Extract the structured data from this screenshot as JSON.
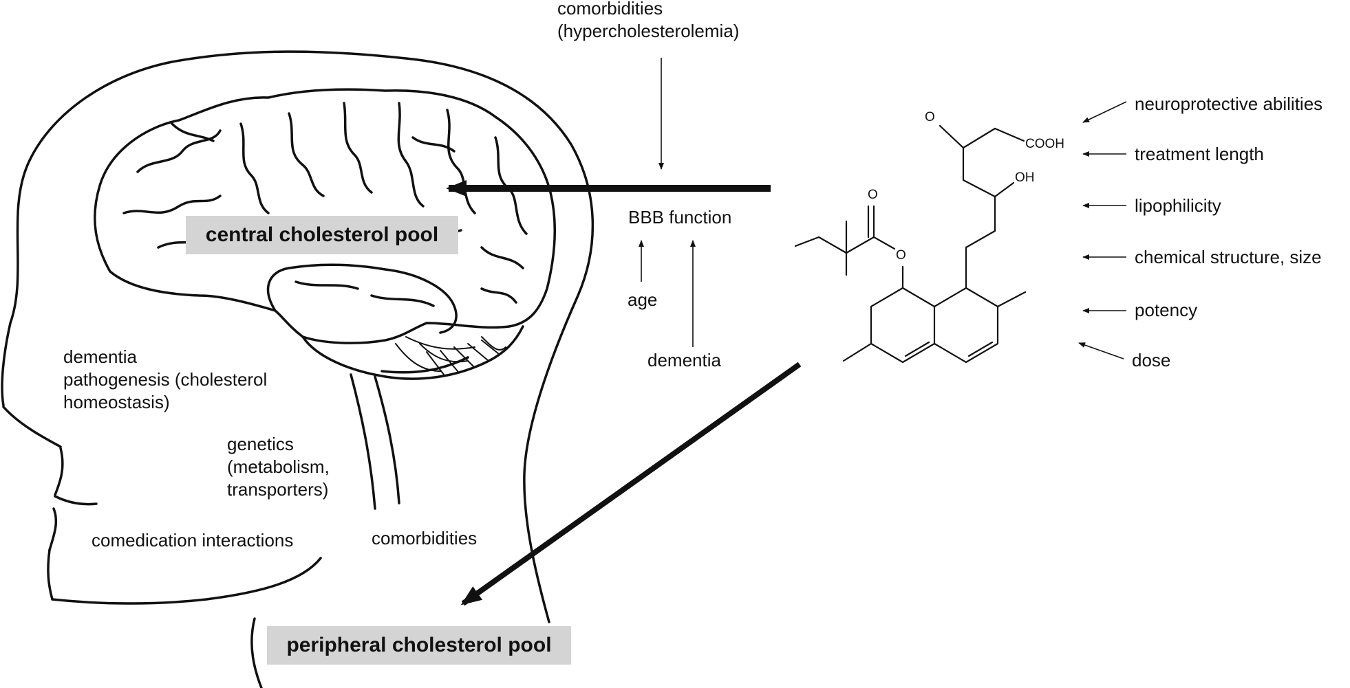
{
  "diagram": {
    "pools": {
      "central": "central cholesterol pool",
      "peripheral": "peripheral cholesterol pool"
    },
    "bbb": {
      "comorbidities_top": "comorbidities\n(hypercholesterolemia)",
      "function": "BBB function",
      "age": "age",
      "dementia": "dementia"
    },
    "head_factors": {
      "pathogenesis": "dementia\npathogenesis (cholesterol\nhomeostasis)",
      "genetics": "genetics\n(metabolism,\ntransporters)",
      "comedication": "comedication interactions",
      "comorbidities": "comorbidities"
    },
    "drug_factors": [
      "neuroprotective abilities",
      "treatment length",
      "lipophilicity",
      "chemical structure, size",
      "potency",
      "dose"
    ],
    "chemical_labels": {
      "o_top": "O",
      "cooh": "COOH",
      "oh": "OH",
      "o_carbonyl": "O",
      "o_ester": "O"
    }
  }
}
